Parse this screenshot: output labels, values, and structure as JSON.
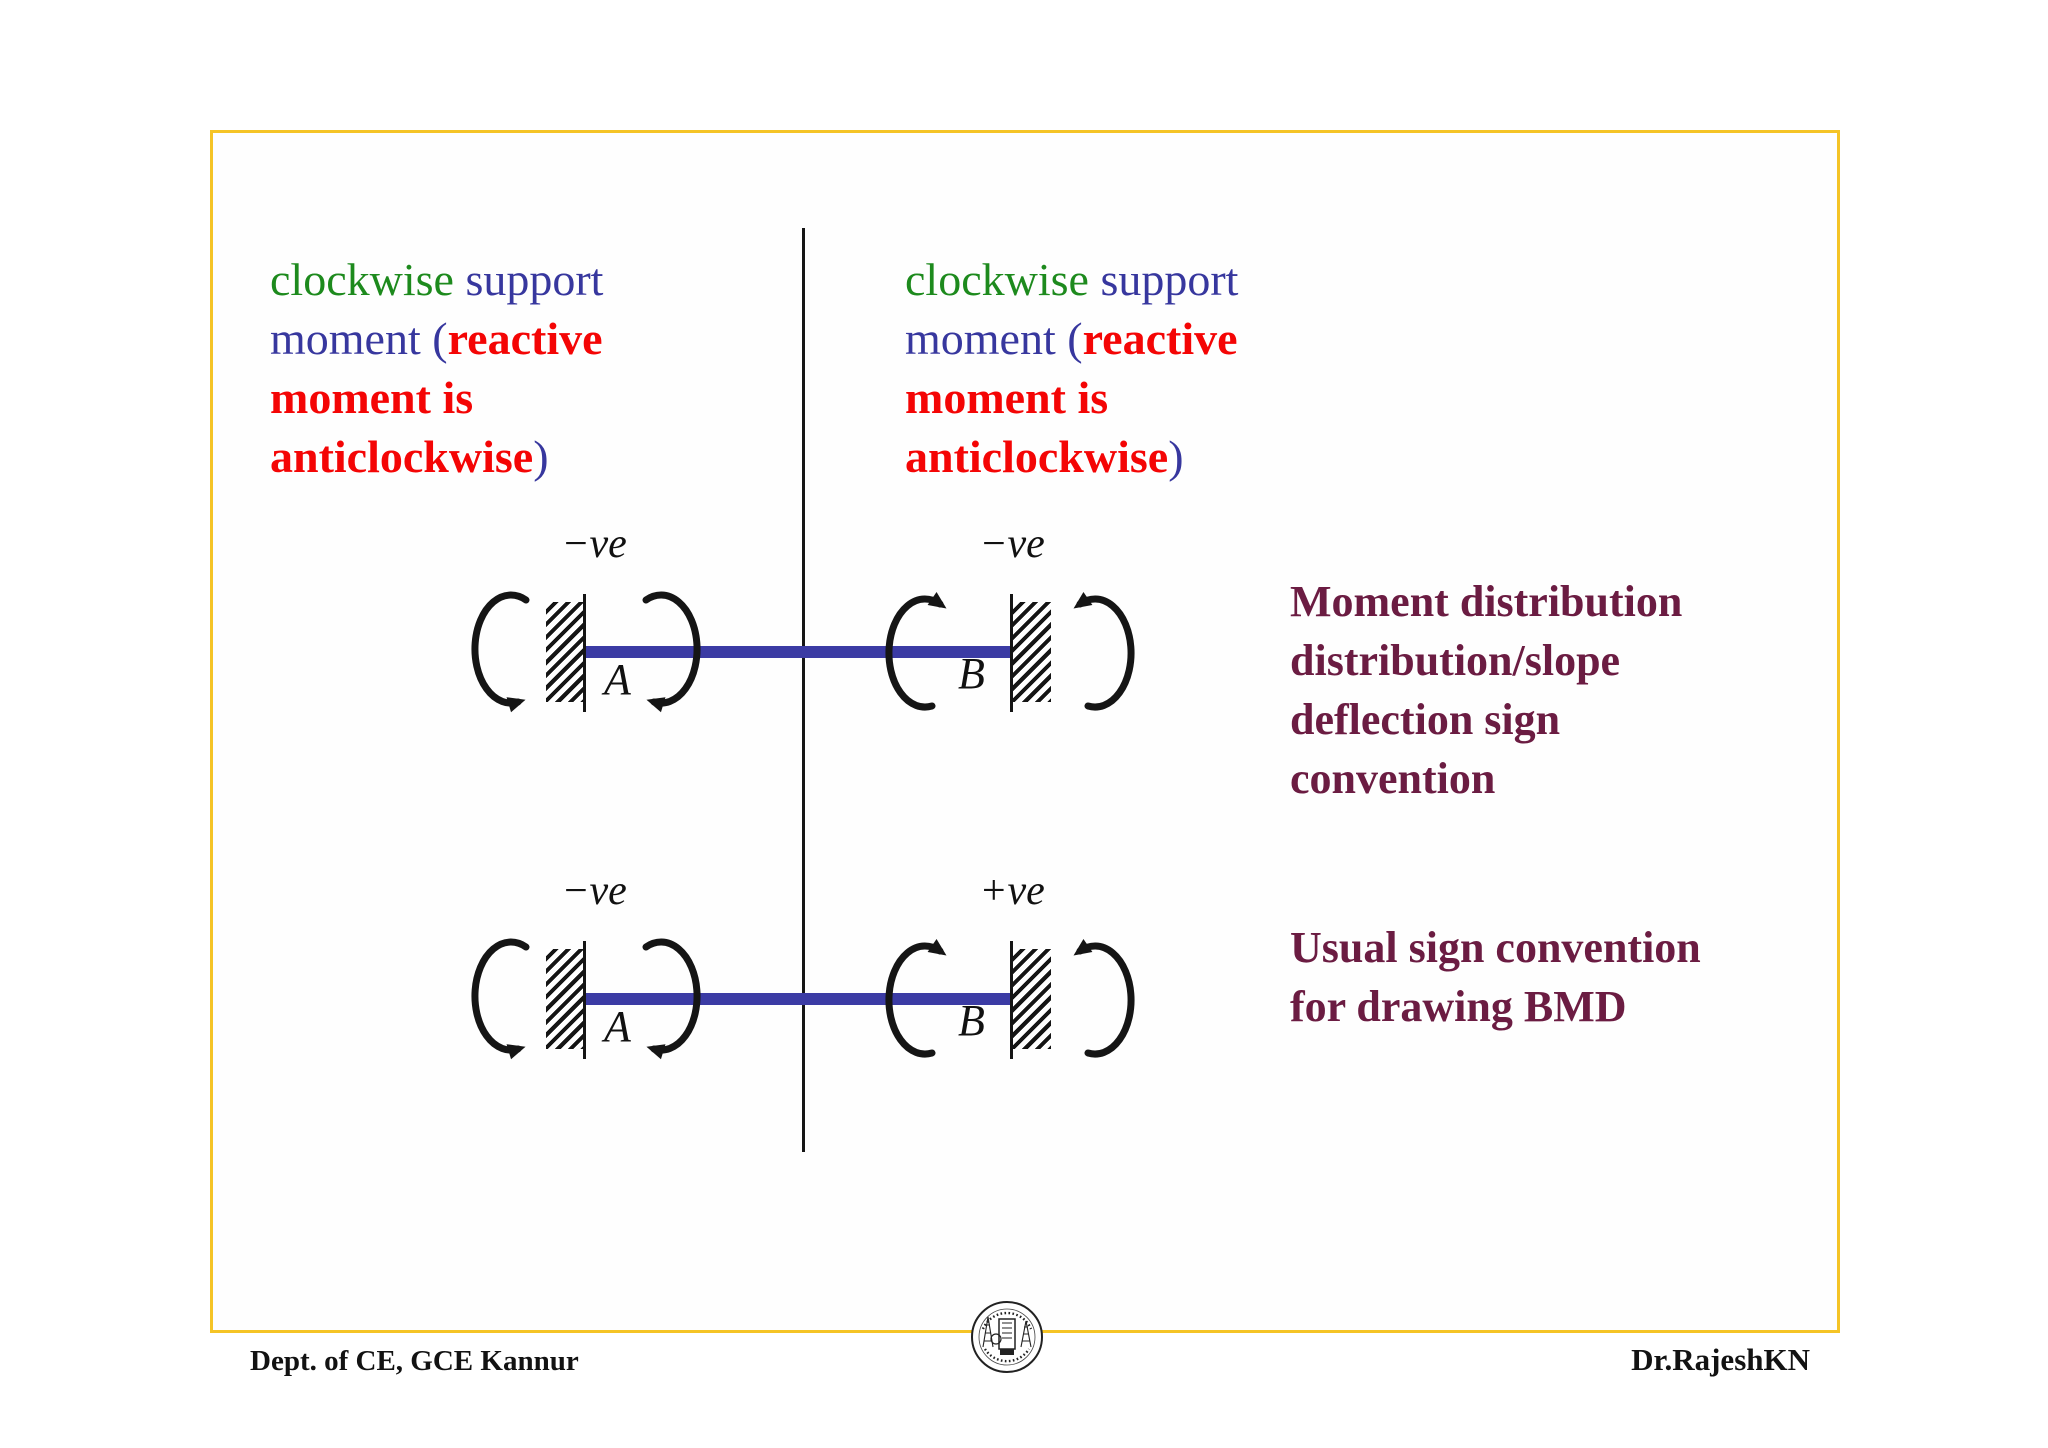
{
  "colors": {
    "green": "#1d8a1d",
    "blue": "#37379e",
    "red": "#f40505",
    "maroon": "#6b1c42",
    "beam_blue": "#3b3ba4",
    "frame_yellow": "#f5c426",
    "ink": "#151515"
  },
  "convention_note": {
    "lines": [
      [
        {
          "t": "clockwise ",
          "c": "green"
        },
        {
          "t": "support",
          "c": "blue"
        }
      ],
      [
        {
          "t": "moment (",
          "c": "blue"
        },
        {
          "t": "reactive",
          "c": "red",
          "b": true
        }
      ],
      [
        {
          "t": "moment is",
          "c": "red",
          "b": true
        }
      ],
      [
        {
          "t": "anticlockwise",
          "c": "red",
          "b": true
        },
        {
          "t": ")",
          "c": "blue"
        }
      ]
    ]
  },
  "captions": {
    "moment_distribution": {
      "lines": [
        "Moment distribution",
        "distribution/slope",
        "deflection sign",
        "convention"
      ]
    },
    "usual_sign": {
      "lines": [
        "Usual sign convention",
        "for drawing BMD"
      ]
    }
  },
  "diagrams": [
    {
      "sign_left": "−ve",
      "sign_right": "−ve",
      "support_a": "A",
      "support_b": "B"
    },
    {
      "sign_left": "−ve",
      "sign_right": "+ve",
      "support_a": "A",
      "support_b": "B"
    }
  ],
  "icons": {
    "left_reaction_arrow": "anticlockwise-moment-arrow",
    "left_applied_arrow": "clockwise-moment-arrow",
    "right_applied_arrow": "clockwise-moment-arrow",
    "right_reaction_arrow": "anticlockwise-moment-arrow",
    "logo": "gce-kannur-college-emblem"
  },
  "footer": {
    "department": "Dept. of CE, GCE Kannur",
    "author": "Dr.RajeshKN"
  }
}
